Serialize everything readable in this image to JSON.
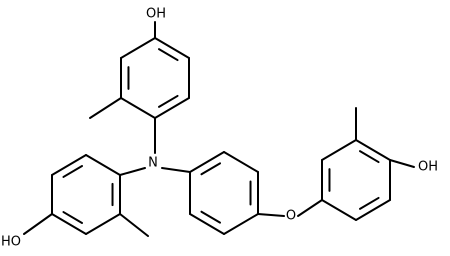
{
  "structure": {
    "stroke_color": "#000000",
    "background_color": "#ffffff",
    "labels": {
      "oh_top": "OH",
      "nitrogen": "N",
      "ho_left": "HO",
      "ether_oxygen": "O",
      "oh_right": "OH"
    }
  }
}
